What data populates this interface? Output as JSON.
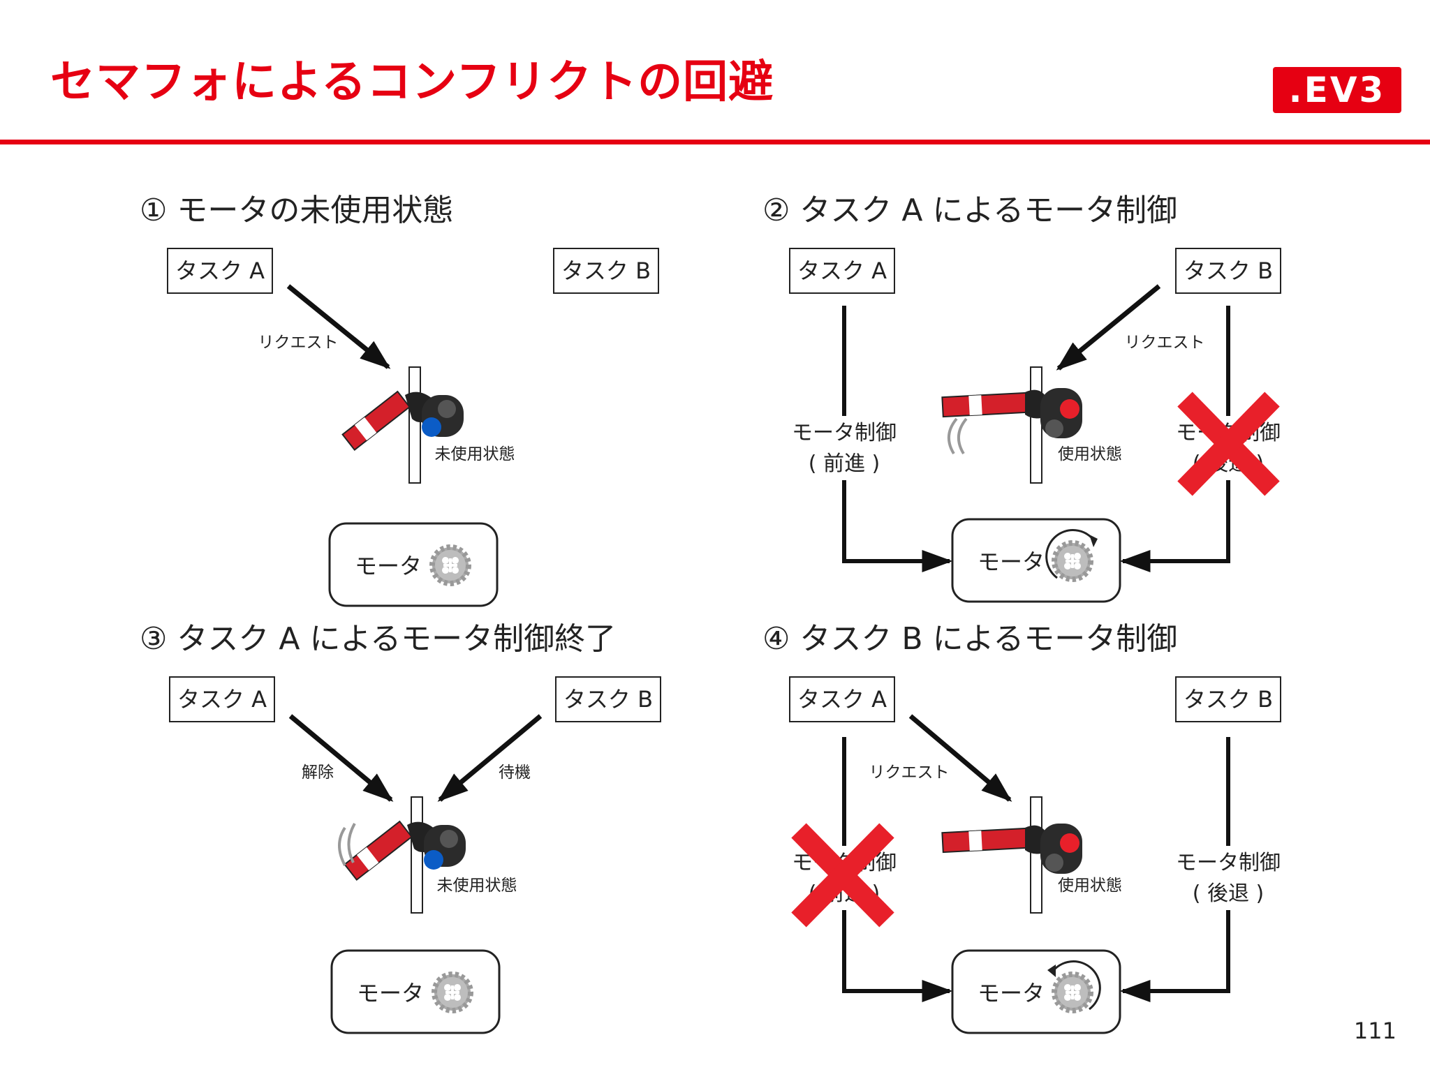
{
  "slide": {
    "title": "セマフォによるコンフリクトの回避",
    "logo": ".EV3",
    "page_number": "111",
    "accent_color": "#e60012"
  },
  "panels": [
    {
      "id": 1,
      "title": "① モータの未使用状態",
      "task_a": "タスク A",
      "task_b": "タスク B",
      "arrow_a_label": "リクエスト",
      "semaphore_state": "未使用状態",
      "semaphore_light": "blue",
      "motor_label": "モータ"
    },
    {
      "id": 2,
      "title": "② タスク A によるモータ制御",
      "task_a": "タスク A",
      "task_b": "タスク B",
      "arrow_b_label": "リクエスト",
      "control_a": "モータ制御",
      "control_a_sub": "( 前進 )",
      "control_b": "モータ制御",
      "control_b_sub": "( 後退 )",
      "blocked": "task_b",
      "semaphore_state": "使用状態",
      "semaphore_light": "red",
      "motor_label": "モータ"
    },
    {
      "id": 3,
      "title": "③ タスク A によるモータ制御終了",
      "task_a": "タスク A",
      "task_b": "タスク B",
      "arrow_a_label": "解除",
      "arrow_b_label": "待機",
      "semaphore_state": "未使用状態",
      "semaphore_light": "blue",
      "motor_label": "モータ"
    },
    {
      "id": 4,
      "title": "④ タスク B によるモータ制御",
      "task_a": "タスク A",
      "task_b": "タスク B",
      "arrow_a_label": "リクエスト",
      "control_a": "モータ制御",
      "control_a_sub": "( 前進 )",
      "control_b": "モータ制御",
      "control_b_sub": "( 後退 )",
      "blocked": "task_a",
      "semaphore_state": "使用状態",
      "semaphore_light": "red",
      "motor_label": "モータ"
    }
  ]
}
